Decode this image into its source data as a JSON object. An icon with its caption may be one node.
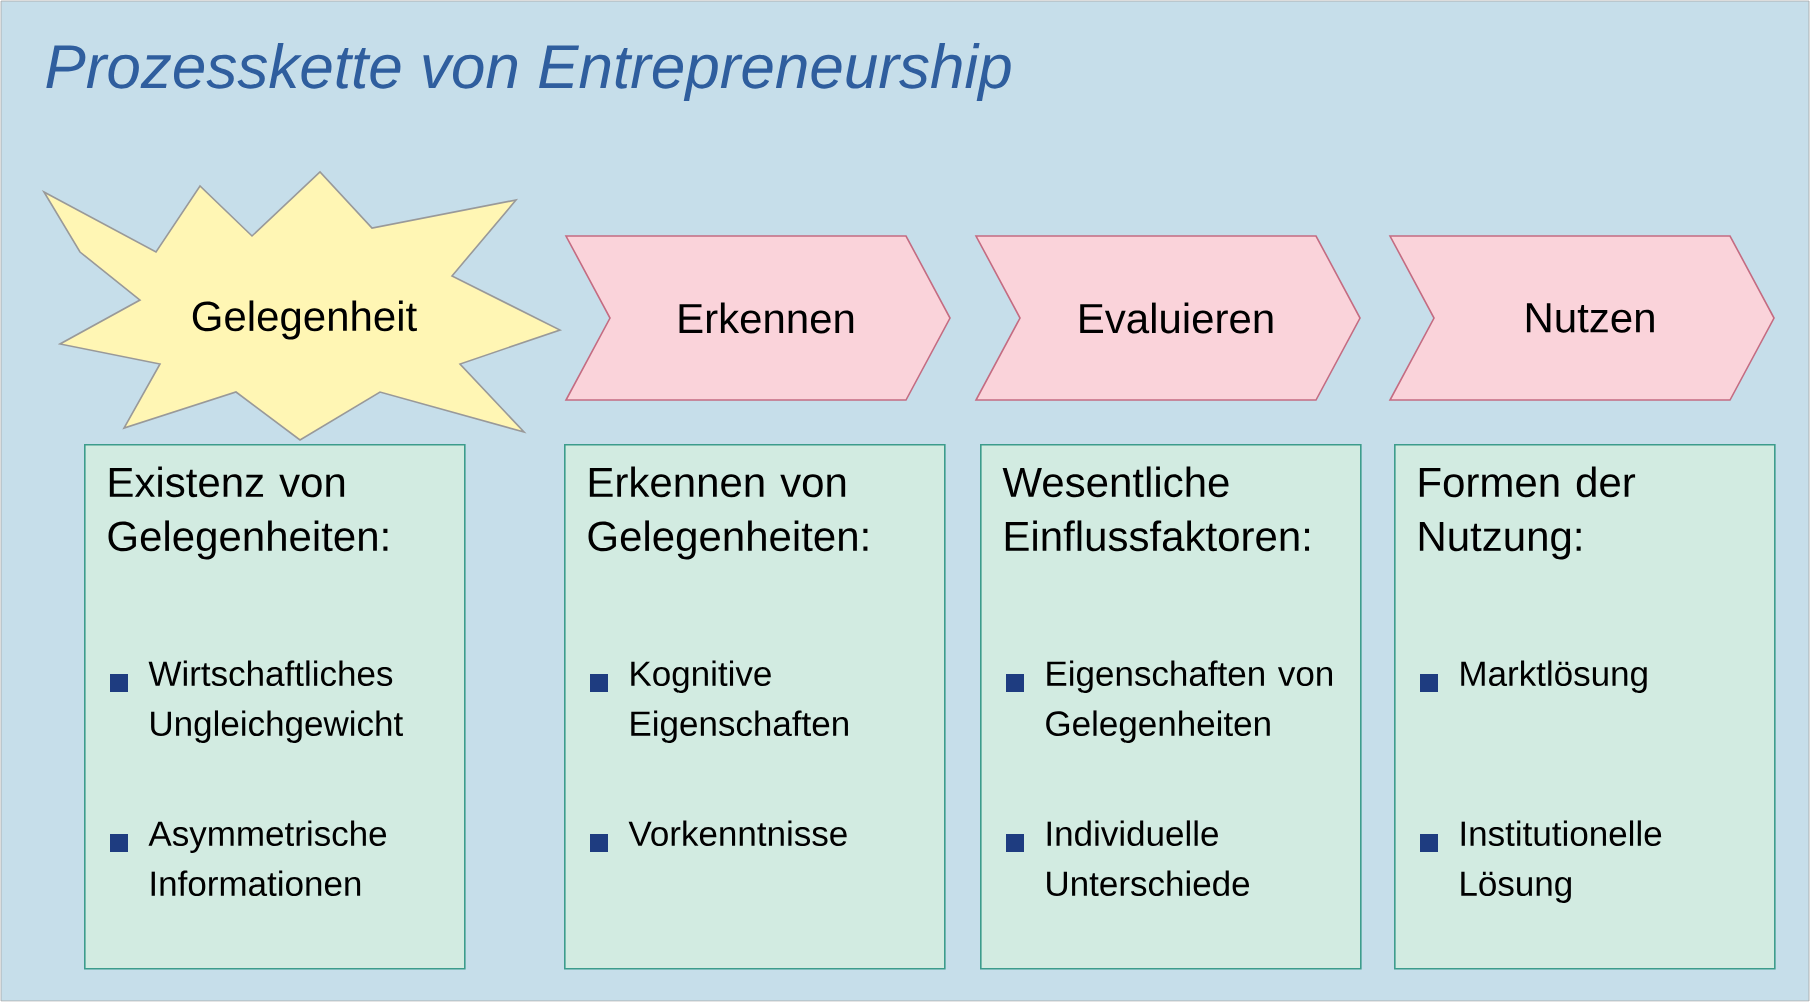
{
  "diagram": {
    "title": "Prozesskette von Entrepreneurship",
    "nodes": [
      {
        "text": [
          "Gelegenheit"
        ]
      },
      {
        "text": [
          "Erkennen"
        ]
      },
      {
        "text": [
          "Evaluieren"
        ]
      },
      {
        "text": [
          "Nutzen"
        ]
      },
      {
        "text": [
          "Existenz von Gelegenheiten:",
          "Wirtschaftliches Ungleichgewicht",
          "Asymmetrische Informationen"
        ]
      },
      {
        "text": [
          "Erkennen von Gelegenheiten:",
          "Kognitive Eigenschaften",
          "Vorkenntnisse"
        ]
      },
      {
        "text": [
          "Wesentliche Einflussfaktoren:",
          "Eigenschaften von Gelegenheiten",
          "Individuelle Unterschiede"
        ]
      },
      {
        "text": [
          "Formen der Nutzung:",
          "Marktlösung",
          "Institutionelle Lösung"
        ]
      }
    ]
  }
}
